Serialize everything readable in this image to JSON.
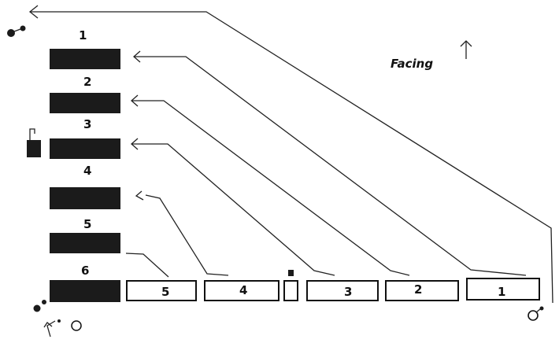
{
  "facing": {
    "label": "Facing"
  },
  "left_bars": [
    {
      "number": "1"
    },
    {
      "number": "2"
    },
    {
      "number": "3"
    },
    {
      "number": "4"
    },
    {
      "number": "5"
    },
    {
      "number": "6"
    }
  ],
  "bottom_boxes": [
    {
      "number": "5"
    },
    {
      "number": "4"
    },
    {
      "number": "3"
    },
    {
      "number": "2"
    },
    {
      "number": "1"
    }
  ]
}
